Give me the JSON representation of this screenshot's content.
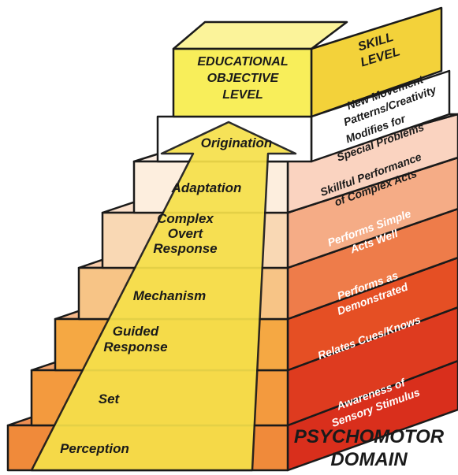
{
  "header": {
    "objective_col_line1": "EDUCATIONAL",
    "objective_col_line2": "OBJECTIVE",
    "objective_col_line3": "LEVEL",
    "skill_col_line1": "SKILL",
    "skill_col_line2": "LEVEL"
  },
  "levels": [
    {
      "objective": [
        "Perception"
      ],
      "skill": [
        "Awareness of",
        "Sensory Stimulus"
      ]
    },
    {
      "objective": [
        "Set"
      ],
      "skill": [
        "Relates Cues/Knows"
      ]
    },
    {
      "objective": [
        "Guided",
        "Response"
      ],
      "skill": [
        "Performs as",
        "Demonstrated"
      ]
    },
    {
      "objective": [
        "Mechanism"
      ],
      "skill": [
        "Performs Simple",
        "Acts Well"
      ]
    },
    {
      "objective": [
        "Complex",
        "Overt",
        "Response"
      ],
      "skill": [
        "Skillful Performance",
        "of Complex Acts"
      ]
    },
    {
      "objective": [
        "Adaptation"
      ],
      "skill": [
        "Modifies for",
        "Special Problems"
      ]
    },
    {
      "objective": [
        "Origination"
      ],
      "skill": [
        "New Movement",
        "Patterns/Creativity"
      ]
    }
  ],
  "domain_title_line1": "PSYCHOMOTOR",
  "domain_title_line2": "DOMAIN",
  "colors": {
    "front_steps": [
      "#f08a3a",
      "#f39a3e",
      "#f5a843",
      "#f7c486",
      "#f9d8b4",
      "#fdeede",
      "#ffffff"
    ],
    "side_steps": [
      "#d92f1c",
      "#de3b1f",
      "#e54f24",
      "#ee7c4a",
      "#f5ac86",
      "#fad3c0",
      "#ffffff"
    ],
    "arrow": "#f6e04a",
    "top_box": "#f8ee5a",
    "skill_box": "#f3d23a",
    "outline": "#1a1a1a"
  }
}
